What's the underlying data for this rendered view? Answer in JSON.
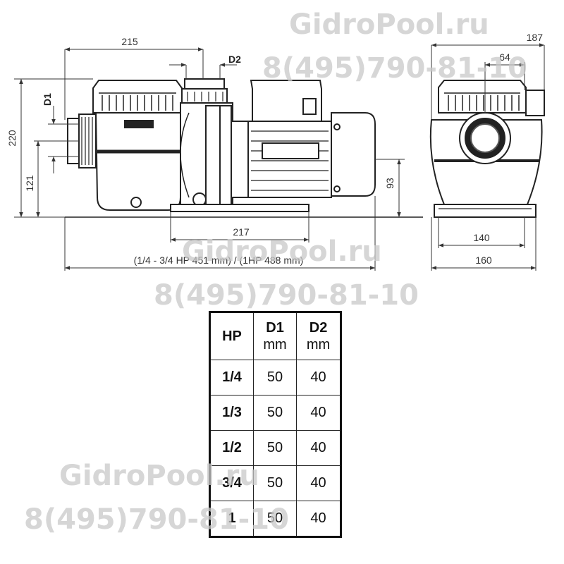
{
  "watermarks": [
    {
      "text": "GidroPool.ru"
    },
    {
      "text": "8(495)790-81-10"
    },
    {
      "text": "GidroPool.ru"
    },
    {
      "text": "8(495)790-81-10"
    },
    {
      "text": "GidroPool.ru"
    },
    {
      "text": "8(495)790-81-10"
    }
  ],
  "side_view": {
    "dims": {
      "overall_top": "215",
      "outlet": "D2",
      "inlet": "D1",
      "height": "220",
      "inlet_height": "121",
      "shaft_height": "93",
      "foot_span": "217",
      "length_note": "(1/4 - 3/4 HP  451 mm) / (1HP 488 mm)"
    }
  },
  "front_view": {
    "dims": {
      "width_top": "187",
      "outlet_offset": "64",
      "foot_inner": "140",
      "foot_outer": "160"
    }
  },
  "table": {
    "headers": {
      "hp": "HP",
      "d1_name": "D1",
      "d1_unit": "mm",
      "d2_name": "D2",
      "d2_unit": "mm"
    },
    "rows": [
      {
        "hp": "1/4",
        "d1": "50",
        "d2": "40"
      },
      {
        "hp": "1/3",
        "d1": "50",
        "d2": "40"
      },
      {
        "hp": "1/2",
        "d1": "50",
        "d2": "40"
      },
      {
        "hp": "3/4",
        "d1": "50",
        "d2": "40"
      },
      {
        "hp": "1",
        "d1": "50",
        "d2": "40"
      }
    ]
  }
}
